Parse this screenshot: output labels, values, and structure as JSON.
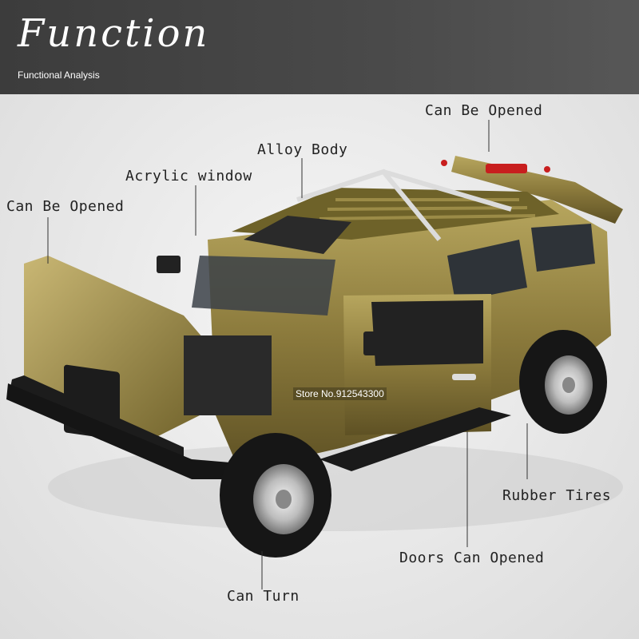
{
  "header": {
    "title": "Function",
    "subtitle": "Functional Analysis"
  },
  "callouts": {
    "trunk": "Can Be Opened",
    "body": "Alloy Body",
    "window": "Acrylic window",
    "hood": "Can Be Opened",
    "tires": "Rubber Tires",
    "doors": "Doors Can Opened",
    "steering": "Can Turn"
  },
  "watermark": "Store No.912543300",
  "colors": {
    "body_gold": "#8a7a3e",
    "header_bg": "#444444"
  }
}
